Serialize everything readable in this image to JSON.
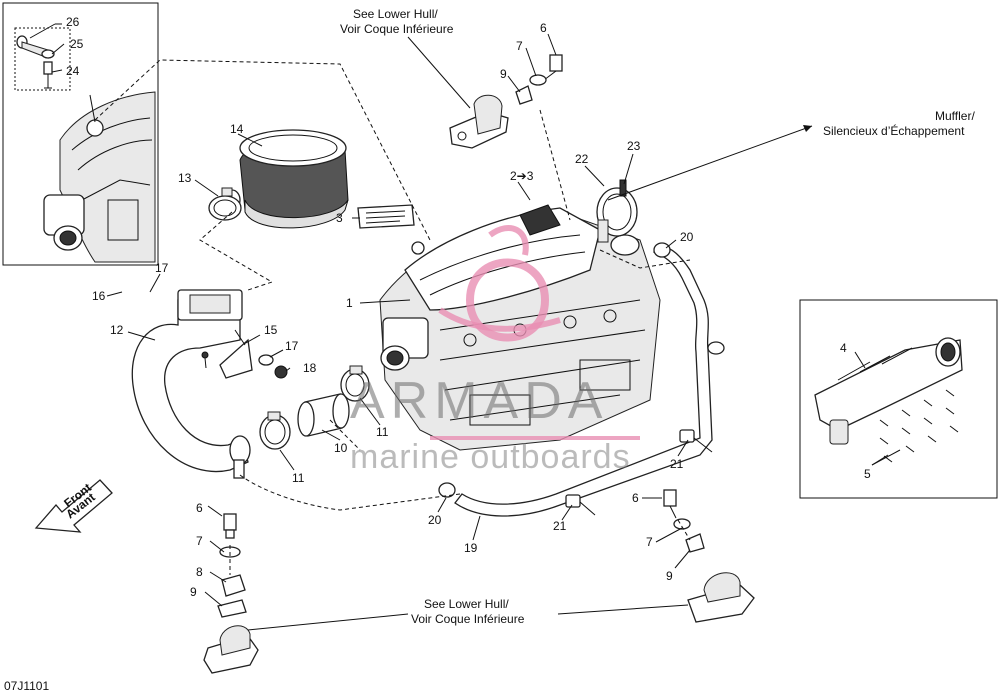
{
  "image_code": "07J1101",
  "notes": {
    "lower_hull_top_1": "See Lower Hull/",
    "lower_hull_top_2": "Voir Coque Inférieure",
    "muffler_1": "Muffler/",
    "muffler_2": "Silencieux d’Échappement",
    "lower_hull_bottom_1": "See Lower Hull/",
    "lower_hull_bottom_2": "Voir Coque Inférieure",
    "front_1": "Front",
    "front_2": "Avant"
  },
  "watermark": {
    "brand": "ARMADA",
    "tagline": "marine outboards"
  },
  "callouts": {
    "c26": "26",
    "c25": "25",
    "c24": "24",
    "c14": "14",
    "c13": "13",
    "c6_top": "6",
    "c7_top": "7",
    "c9_top": "9",
    "c2to3": "2➔3",
    "c3": "3",
    "c22": "22",
    "c23": "23",
    "c20_top": "20",
    "c1": "1",
    "c17_top": "17",
    "c16": "16",
    "c12": "12",
    "c15": "15",
    "c17_mid": "17",
    "c18": "18",
    "c10": "10",
    "c11_a": "11",
    "c11_b": "11",
    "c4": "4",
    "c5": "5",
    "c21_a": "21",
    "c21_b": "21",
    "c20_bottom": "20",
    "c19": "19",
    "c6_left": "6",
    "c7_left": "7",
    "c8": "8",
    "c9_left": "9",
    "c6_right": "6",
    "c7_right": "7",
    "c9_right": "9"
  },
  "colors": {
    "line": "#111111",
    "watermark_pink": "#e88fb3",
    "watermark_gray": "#7a7a7a"
  }
}
